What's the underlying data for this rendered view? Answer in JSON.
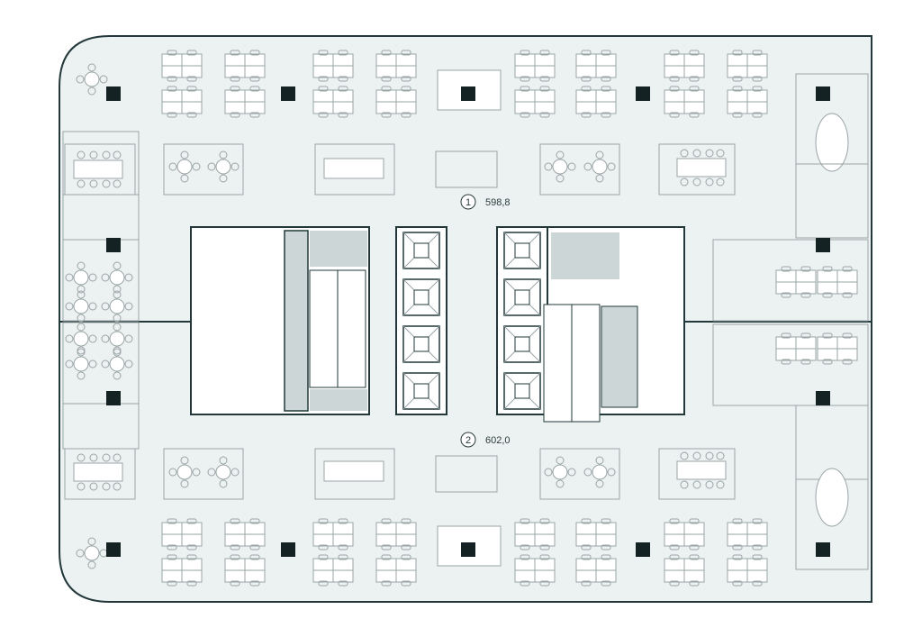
{
  "units": [
    {
      "number": "1",
      "area": "598,8"
    },
    {
      "number": "2",
      "area": "602,0"
    }
  ],
  "colors": {
    "floor": "#ecf1f1",
    "wall": "#22383a",
    "furniture": "#9aa5a6",
    "core_fill": "#cdd6d7",
    "column": "#142224"
  }
}
